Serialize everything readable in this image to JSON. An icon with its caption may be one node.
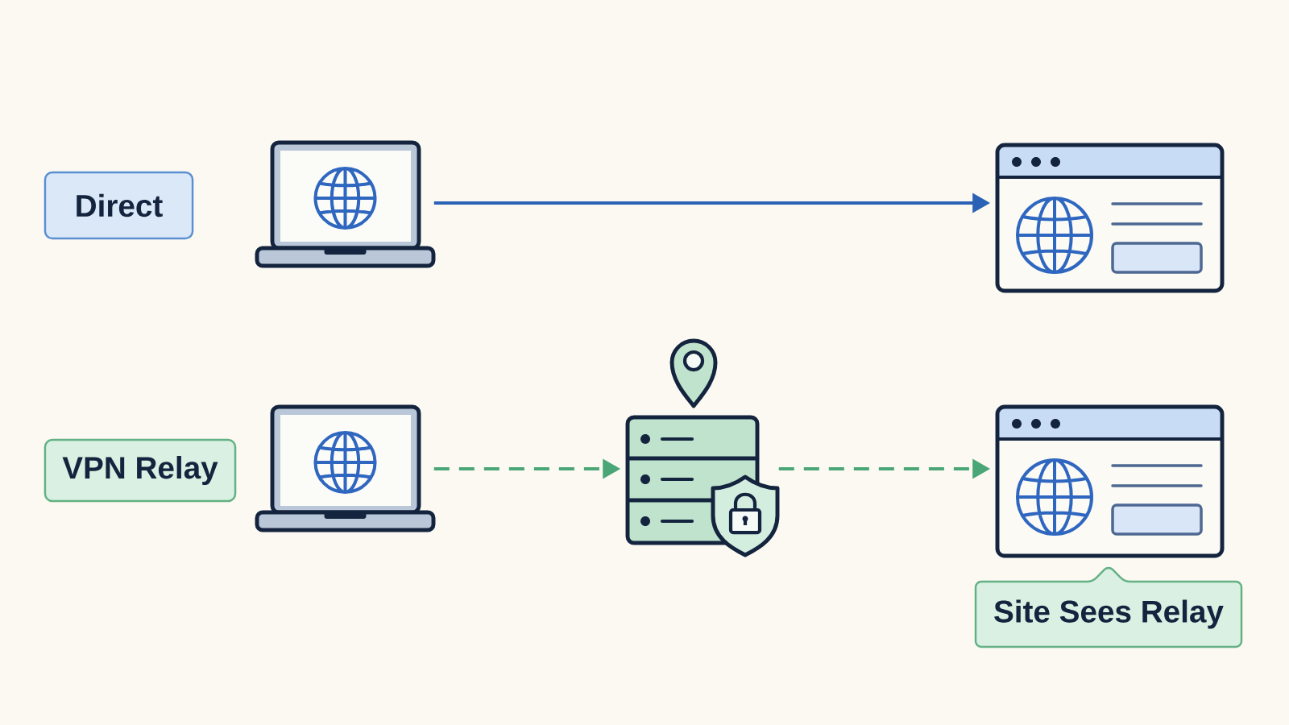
{
  "diagram": {
    "nodes": [
      {
        "text": [
          "Direct"
        ]
      },
      {
        "text": [],
        "shape": "laptop"
      },
      {
        "text": [],
        "shape": "window"
      },
      {
        "text": [
          "VPN Relay"
        ]
      },
      {
        "text": [],
        "shape": "laptop"
      },
      {
        "text": [],
        "shape": "server"
      },
      {
        "text": [],
        "shape": "window"
      },
      {
        "text": [
          "Site Sees Relay"
        ]
      }
    ],
    "edges": [
      {
        "from": 1,
        "to": 2,
        "arrow": "to",
        "color": "#2c62b5"
      },
      {
        "from": 4,
        "to": 5,
        "arrow": "to",
        "style": "dashed"
      },
      {
        "from": 5,
        "to": 6,
        "arrow": "to",
        "style": "dashed"
      }
    ]
  }
}
